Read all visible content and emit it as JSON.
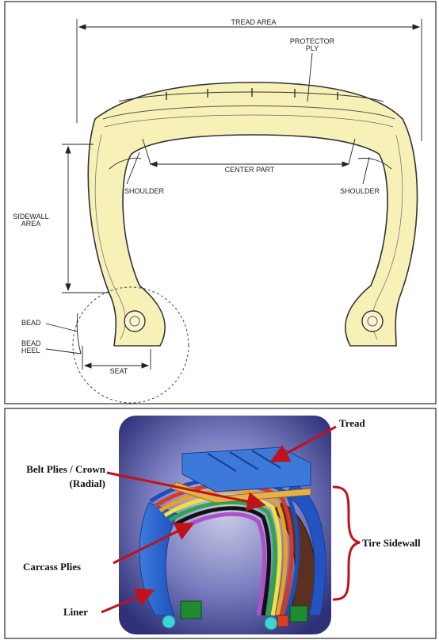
{
  "top_diagram": {
    "labels": {
      "tread_area": "TREAD AREA",
      "protector_ply_line1": "PROTECTOR",
      "protector_ply_line2": "PLY",
      "center_part": "CENTER PART",
      "shoulder_left": "SHOULDER",
      "shoulder_right": "SHOULDER",
      "sidewall_area_line1": "SIDEWALL",
      "sidewall_area_line2": "AREA",
      "bead": "BEAD",
      "bead_heel_line1": "BEAD",
      "bead_heel_line2": "HEEL",
      "seat": "SEAT"
    }
  },
  "bottom_diagram": {
    "labels": {
      "tread": "Tread",
      "belt_plies_line1": "Belt Plies / Crown",
      "belt_plies_line2": "(Radial)",
      "carcass_plies": "Carcass Plies",
      "liner": "Liner",
      "tire_sidewall": "Tire Sidewall"
    }
  },
  "colors": {
    "tire_fill": "#f7f1b8",
    "arrow_red": "#c0121b",
    "render_bg": "#3d3f8a"
  }
}
